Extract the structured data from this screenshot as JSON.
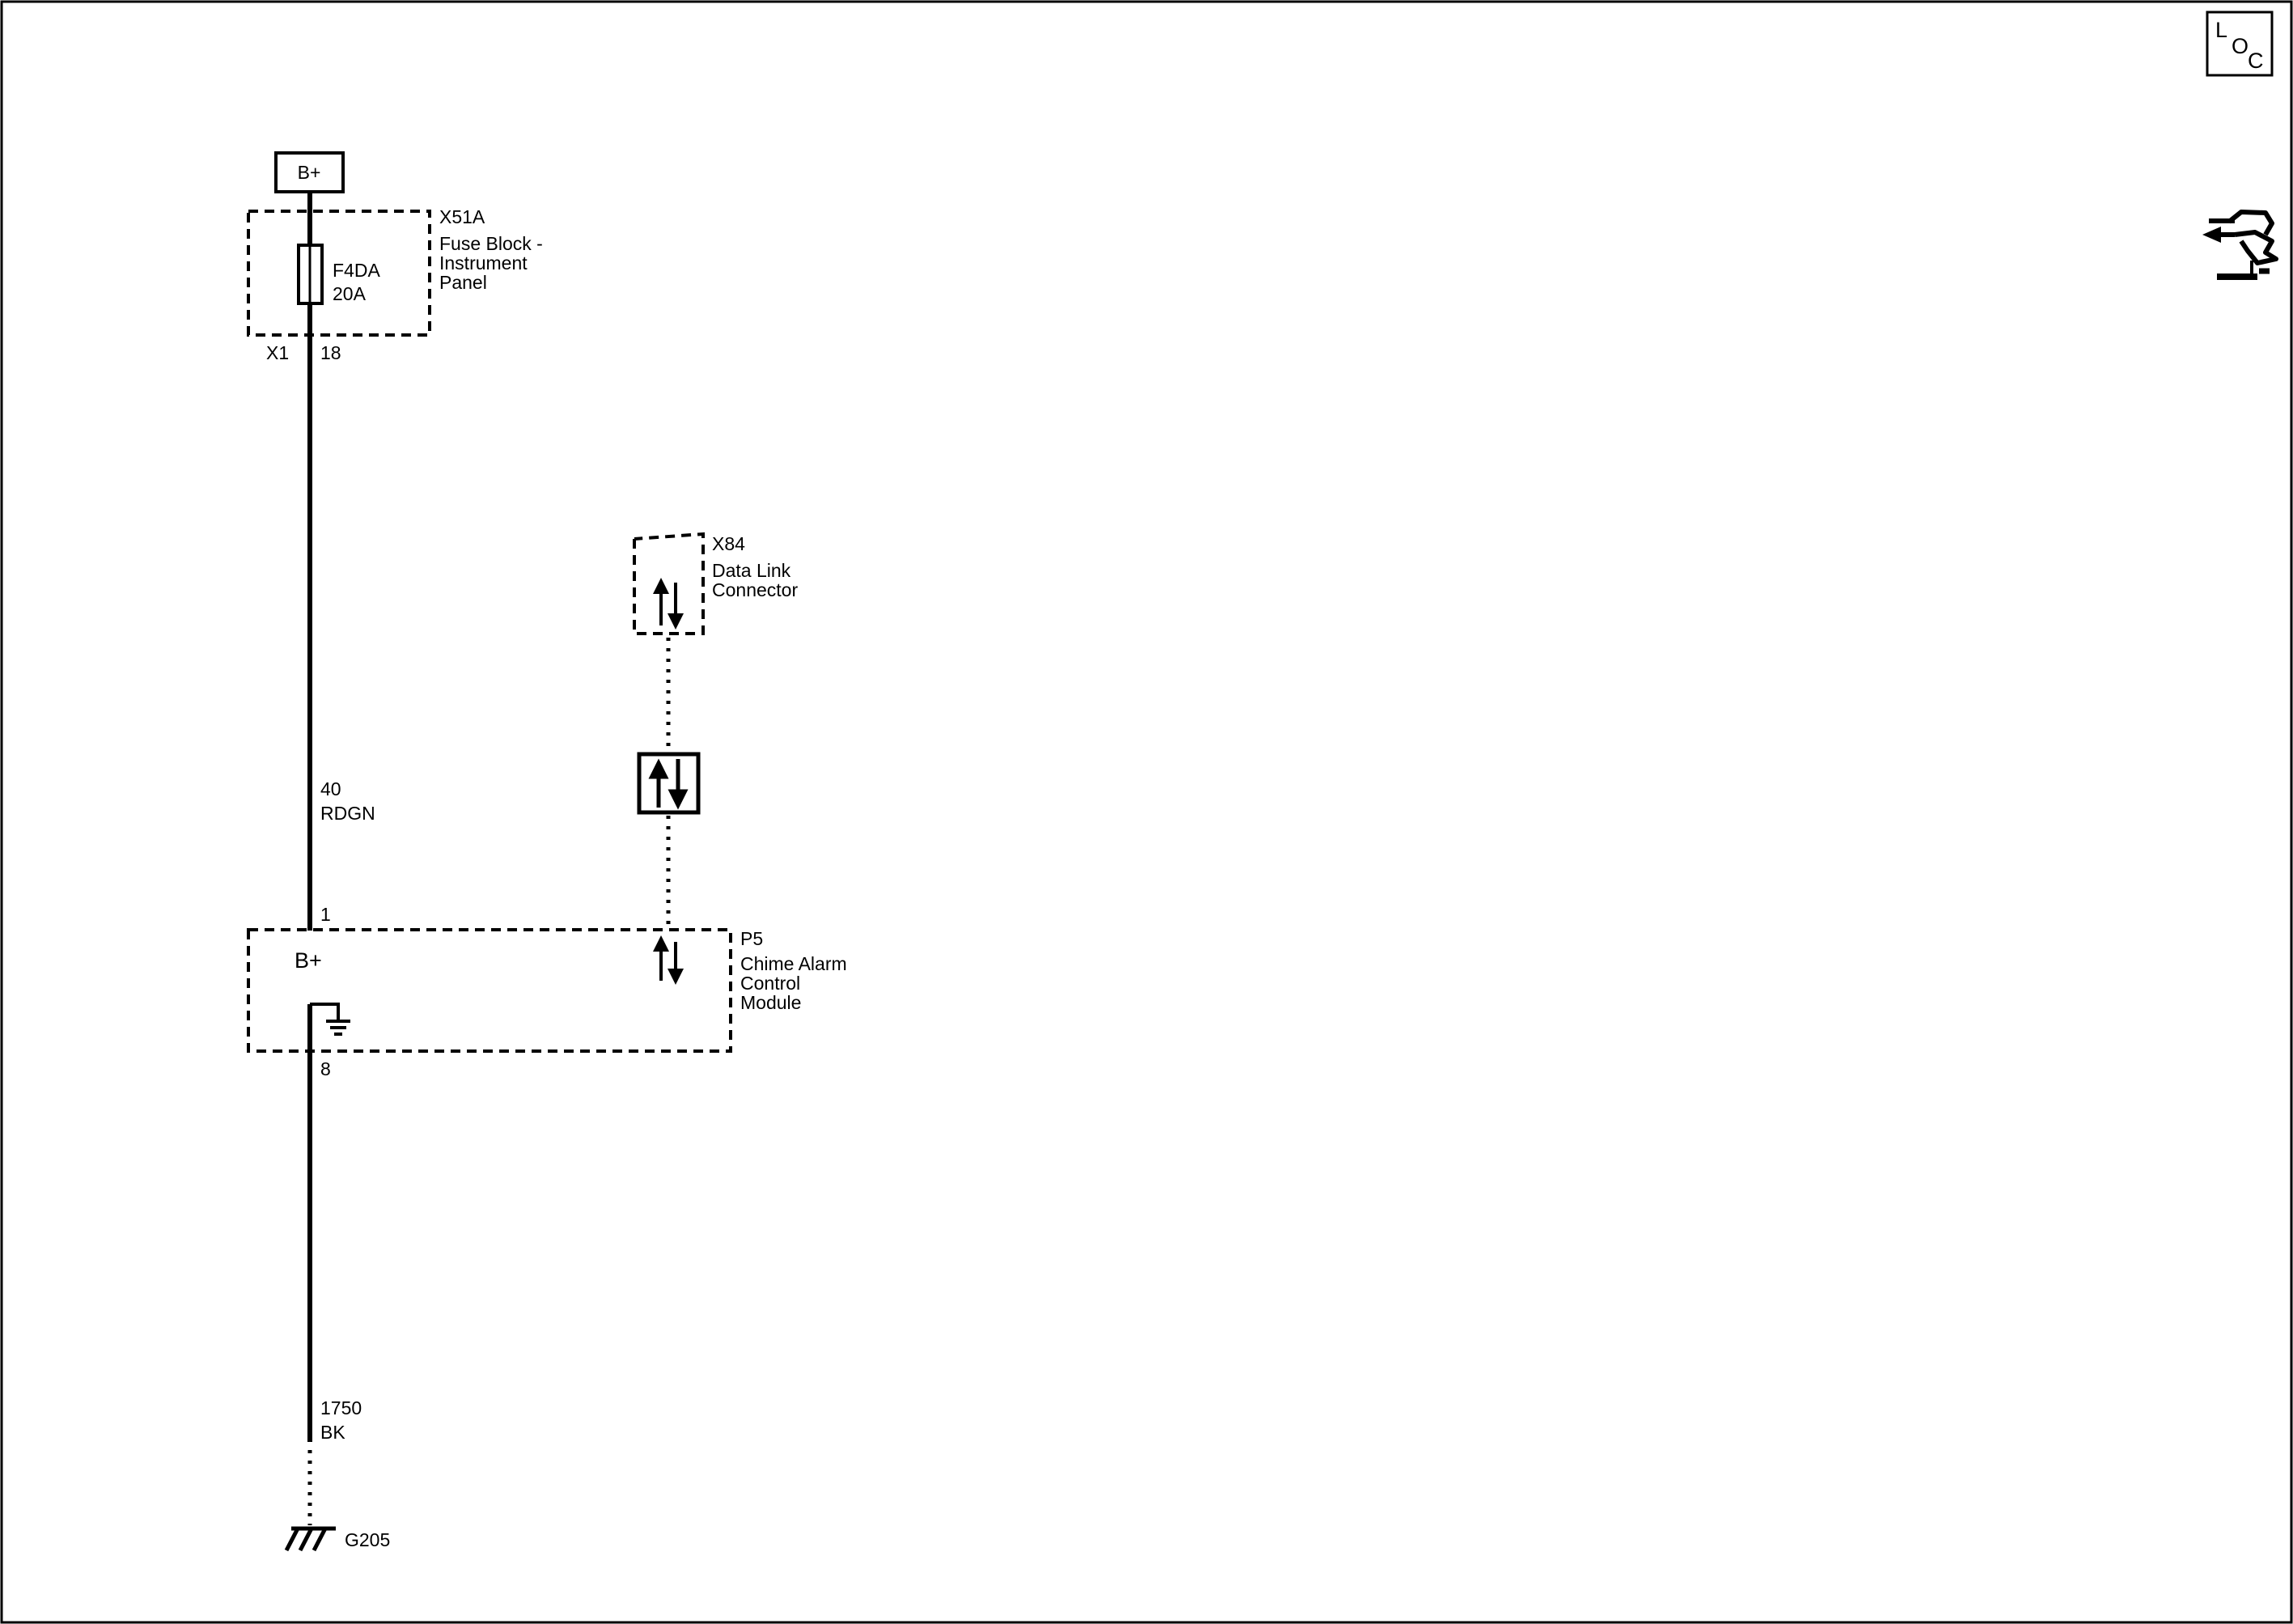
{
  "power_source": {
    "label": "B+"
  },
  "fuse_block": {
    "ref": "X51A",
    "name_lines": [
      "Fuse Block -",
      "Instrument",
      "Panel"
    ],
    "fuse": {
      "name": "F4DA",
      "rating": "20A"
    },
    "connector": "X1",
    "pin": "18"
  },
  "wire_power": {
    "circuit": "40",
    "color": "RDGN"
  },
  "data_link_connector": {
    "ref": "X84",
    "name_lines": [
      "Data Link",
      "Connector"
    ]
  },
  "module": {
    "ref": "P5",
    "name_lines": [
      "Chime Alarm",
      "Control",
      "Module"
    ],
    "power_label": "B+",
    "pin_power": "1",
    "pin_ground": "8"
  },
  "wire_ground": {
    "circuit": "1750",
    "color": "BK"
  },
  "ground": {
    "ref": "G205"
  },
  "corner_badge": {
    "letters": [
      "L",
      "O",
      "C"
    ]
  },
  "icons": {
    "corner": "loc-icon",
    "hand": "hand-with-arrow-icon",
    "bidirectional": "bidirectional-data-icon",
    "fuse": "fuse-icon",
    "ground": "ground-icon"
  }
}
